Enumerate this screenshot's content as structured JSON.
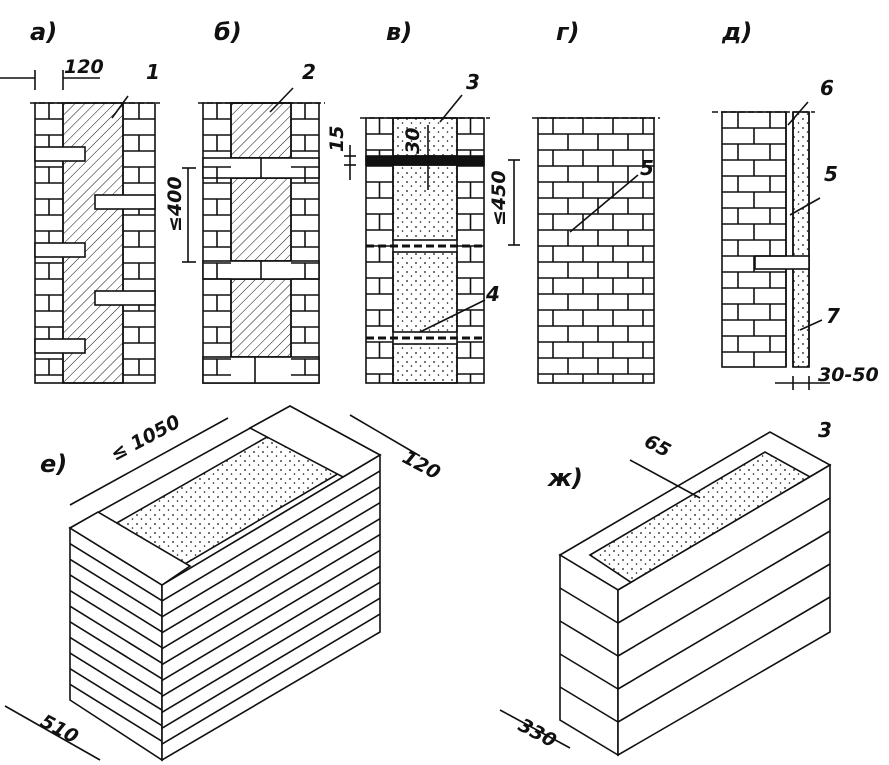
{
  "sections": {
    "a": "а)",
    "b": "б)",
    "v": "в)",
    "g": "г)",
    "d": "д)",
    "e": "е)",
    "zh": "ж)"
  },
  "callouts": {
    "n1": "1",
    "n2": "2",
    "n3": "3",
    "n4": "4",
    "n5": "5",
    "n5b": "5",
    "n6": "6",
    "n7": "7",
    "n3b": "3"
  },
  "dimensions": {
    "d120a": "120",
    "d400": "≤400",
    "d15": "15",
    "d30": "30",
    "d450": "≤450",
    "d3050": "30-50",
    "d1050": "≤ 1050",
    "d120b": "120",
    "d510": "510",
    "d65": "65",
    "d330": "330"
  },
  "colors": {
    "ink": "#111111",
    "paper": "#ffffff"
  }
}
